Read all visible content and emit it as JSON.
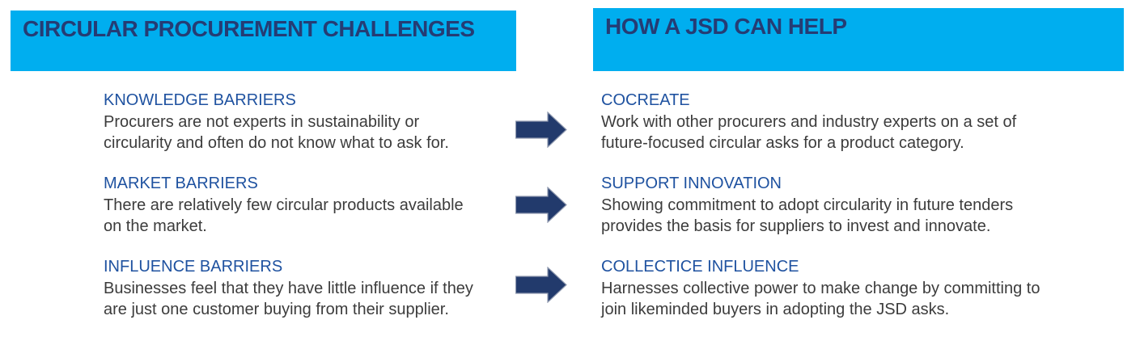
{
  "left_column": {
    "header": "CIRCULAR PROCUREMENT CHALLENGES",
    "items": [
      {
        "title": "KNOWLEDGE BARRIERS",
        "body": "Procurers are not experts in sustainability or\ncircularity and often do not know what to ask for."
      },
      {
        "title": "MARKET BARRIERS",
        "body": "There are relatively few circular products available\non the market."
      },
      {
        "title": "INFLUENCE BARRIERS",
        "body": "Businesses feel that they have little influence if they\nare just one customer buying from their supplier."
      }
    ]
  },
  "right_column": {
    "header": "HOW A JSD CAN HELP",
    "items": [
      {
        "title": "COCREATE",
        "body": "Work with other procurers and industry experts on a set of\nfuture-focused circular asks for a product category."
      },
      {
        "title": "SUPPORT INNOVATION",
        "body": "Showing commitment to adopt circularity in future tenders\nprovides the basis for suppliers to invest and innovate."
      },
      {
        "title": "COLLECTICE INFLUENCE",
        "body": "Harnesses collective power to make change by committing to\njoin likeminded buyers in adopting the JSD asks."
      }
    ]
  },
  "icons": {
    "arrow": "right-block-arrow"
  },
  "colors": {
    "banner_background": "#00AEEF",
    "banner_text": "#253C74",
    "item_title_text": "#1F52A0",
    "item_body_text": "#3C3C3C",
    "arrow_fill": "#223A6C",
    "arrow_border": "#8E98AE"
  }
}
